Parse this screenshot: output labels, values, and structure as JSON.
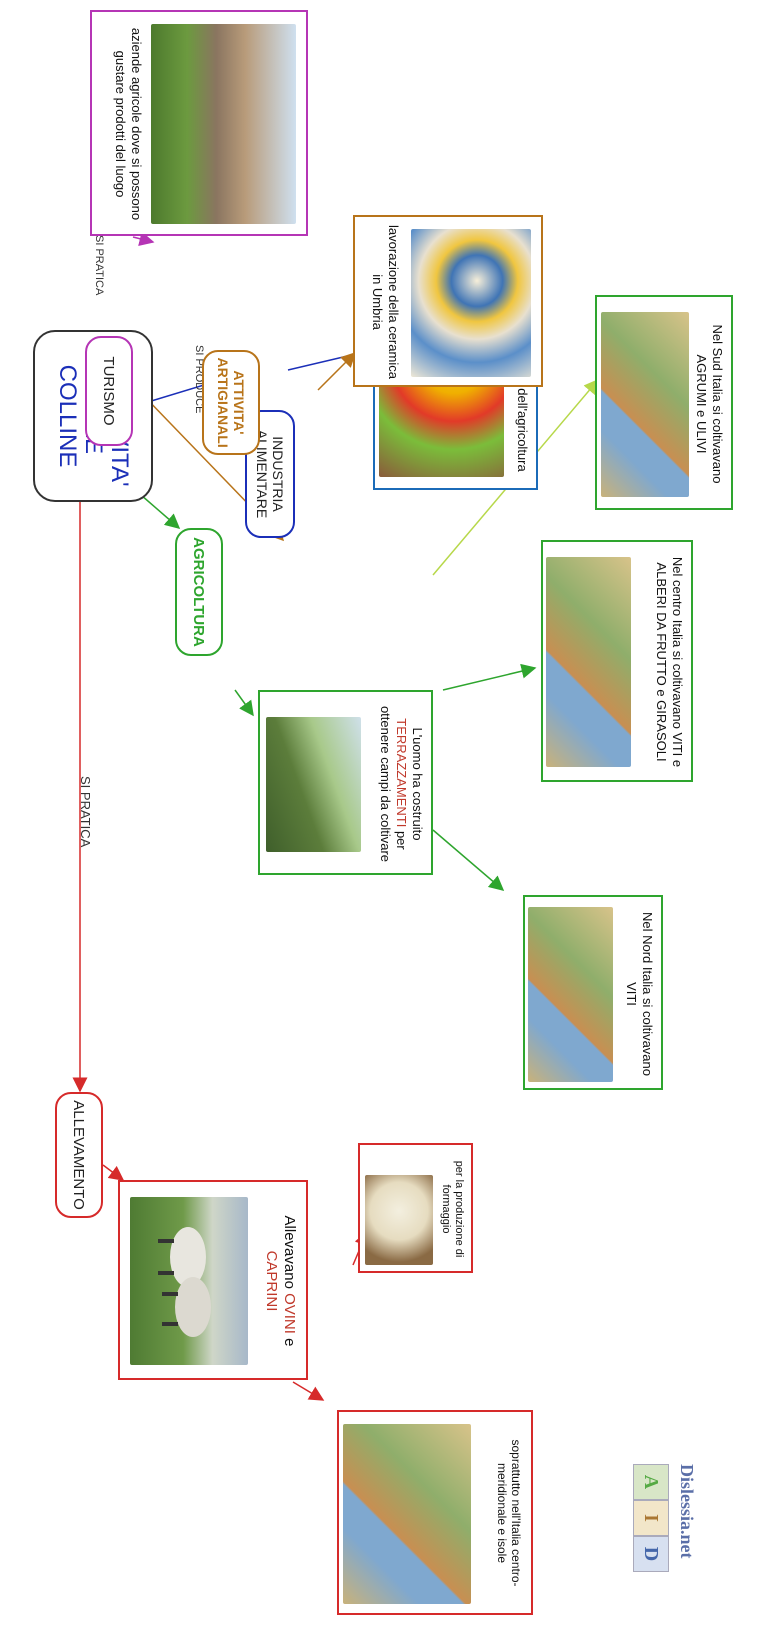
{
  "colors": {
    "red": "#d62a2a",
    "green": "#2ea52e",
    "lightgreen": "#b7d84a",
    "blue": "#1b2fb8",
    "brown": "#b8741a",
    "purple": "#b535b5",
    "black": "#333333"
  },
  "central": {
    "title": "LE ATTIVITA' SULLE COLLINE"
  },
  "edges": {
    "si_pratica_1": "SI PRATICA",
    "si_pratica_2": "SI PRATICA",
    "si_produce": "SI PRODUCE"
  },
  "nodes": {
    "allevamento": "ALLEVAMENTO",
    "agricoltura": "AGRICOLTURA",
    "industria": "INDUSTRIA ALIMENTARE",
    "artigianali": "ATTIVITA' ARTIGIANALI",
    "turismo": "TURISMO"
  },
  "boxes": {
    "ovini": {
      "pre": "Allevavano ",
      "hl1": "OVINI",
      "mid": " e ",
      "hl2": "CAPRINI"
    },
    "formaggio": "per la produzione di formaggio",
    "italia_sud_isole": "soprattutto nell'Italia centro-meridionale e isole",
    "terrazzamenti": {
      "pre": "L'uomo ha costruito ",
      "hl": "TERRAZZAMENTI",
      "post": " per ottenere campi da coltivare"
    },
    "nord": "Nel Nord Italia si coltivavano VITI",
    "centro": "Nel centro Italia si coltivavano VITI e ALBERI DA FRUTTO e GIRASOLI",
    "sud": "Nel Sud Italia si coltivavano AGRUMI e ULIVI",
    "prodotti": "con i prodotti dell'agricoltura",
    "ceramica": "lavorazione della ceramica in Umbria",
    "aziende": "aziende agricole dove si possono gustare prodotti del luogo"
  },
  "logo": {
    "text": "Dislessia.net",
    "letters": [
      "A",
      "I",
      "D"
    ]
  }
}
